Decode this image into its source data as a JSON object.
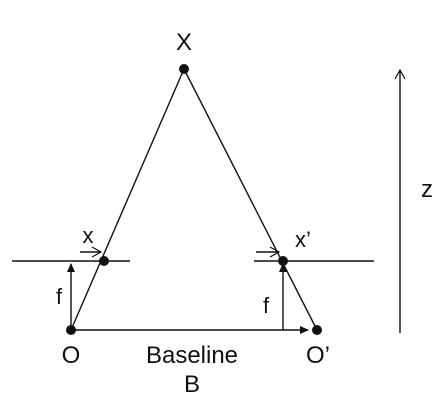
{
  "labels": {
    "point_X": "X",
    "image_point_left": "x",
    "image_point_right": "x’",
    "focal_left": "f",
    "focal_right": "f",
    "camera_left": "O",
    "camera_right": "O’",
    "baseline_word": "Baseline",
    "baseline_symbol": "B",
    "depth_axis": "z"
  }
}
